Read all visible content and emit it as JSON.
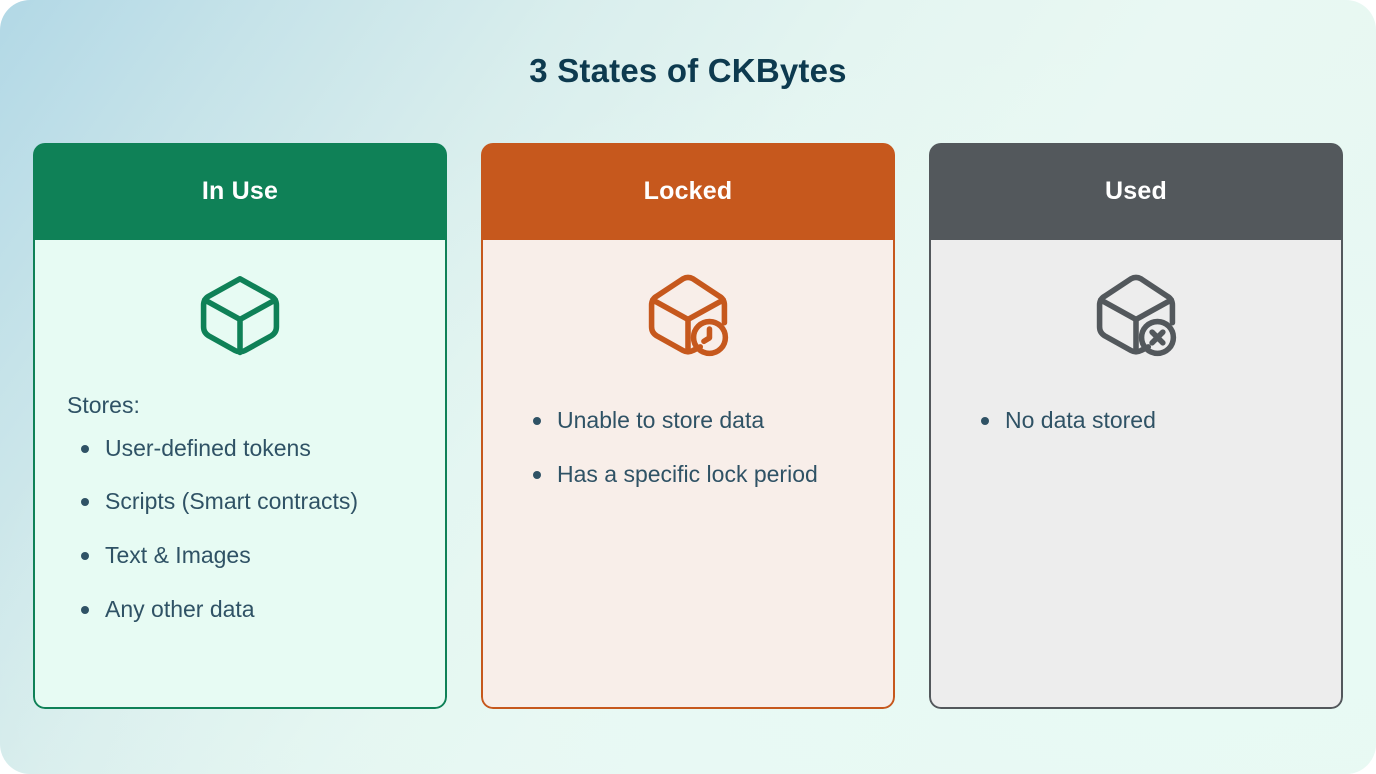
{
  "title": "3 States of CKBytes",
  "theme": {
    "background_from": "#b2d8e6",
    "background_to": "#e6f7f1",
    "title_color": "#0d3a4f",
    "body_text_color": "#2f5265"
  },
  "cards": [
    {
      "id": "in-use",
      "header_label": "In Use",
      "header_color": "#0f8157",
      "body_color": "#e7fbf3",
      "border_color": "#0f8157",
      "icon": "box-icon",
      "icon_color": "#0f8157",
      "intro": "Stores:",
      "bullets": [
        "User-defined tokens",
        "Scripts (Smart contracts)",
        "Text & Images",
        "Any other data"
      ]
    },
    {
      "id": "locked",
      "header_label": "Locked",
      "header_color": "#c6581d",
      "body_color": "#f8eee9",
      "border_color": "#c6581d",
      "icon": "box-clock-icon",
      "icon_color": "#c6581d",
      "intro": "",
      "bullets": [
        "Unable to store data",
        "Has a specific lock period"
      ]
    },
    {
      "id": "used",
      "header_label": "Used",
      "header_color": "#53585c",
      "body_color": "#ededed",
      "border_color": "#53585c",
      "icon": "box-x-icon",
      "icon_color": "#53585c",
      "intro": "",
      "bullets": [
        "No data stored"
      ]
    }
  ]
}
